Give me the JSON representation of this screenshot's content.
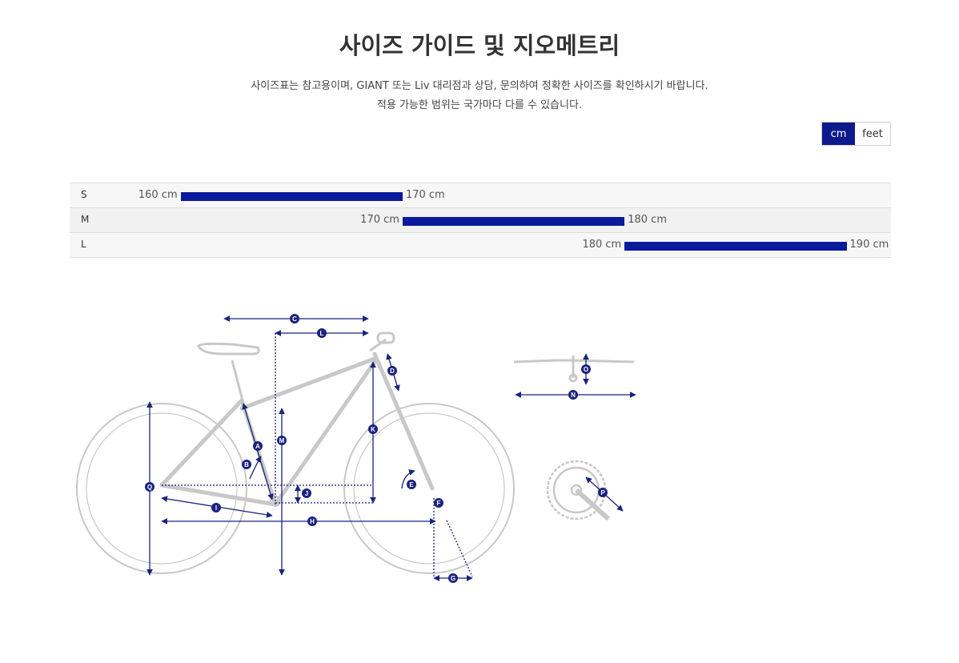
{
  "page": {
    "title": "사이즈 가이드 및 지오메트리",
    "description_line1": "사이즈표는 참고용이며, GIANT 또는 Liv 대리점과 상담, 문의하여 정확한 사이즈를 확인하시기 바랍니다.",
    "description_line2": "적용 가능한 범위는 국가마다 다를 수 있습니다."
  },
  "units": {
    "cm_label": "cm",
    "feet_label": "feet",
    "selected": "cm"
  },
  "sizes": [
    {
      "label": "S",
      "min": "160 cm",
      "max": "170 cm",
      "min_value": 160,
      "max_value": 170
    },
    {
      "label": "M",
      "min": "170 cm",
      "max": "180 cm",
      "min_value": 170,
      "max_value": 180
    },
    {
      "label": "L",
      "min": "180 cm",
      "max": "190 cm",
      "min_value": 180,
      "max_value": 190
    }
  ],
  "range_scale": {
    "min": 155,
    "max": 192
  },
  "geometry_labels": [
    "A",
    "B",
    "C",
    "D",
    "E",
    "F",
    "G",
    "H",
    "I",
    "J",
    "K",
    "L",
    "M",
    "N",
    "O",
    "P",
    "Q"
  ],
  "colors": {
    "accent": "#0a1a9a",
    "toggle_active": "#0d1a8c",
    "diagram_line": "#c8c8c8",
    "dimension": "#1a237e"
  }
}
